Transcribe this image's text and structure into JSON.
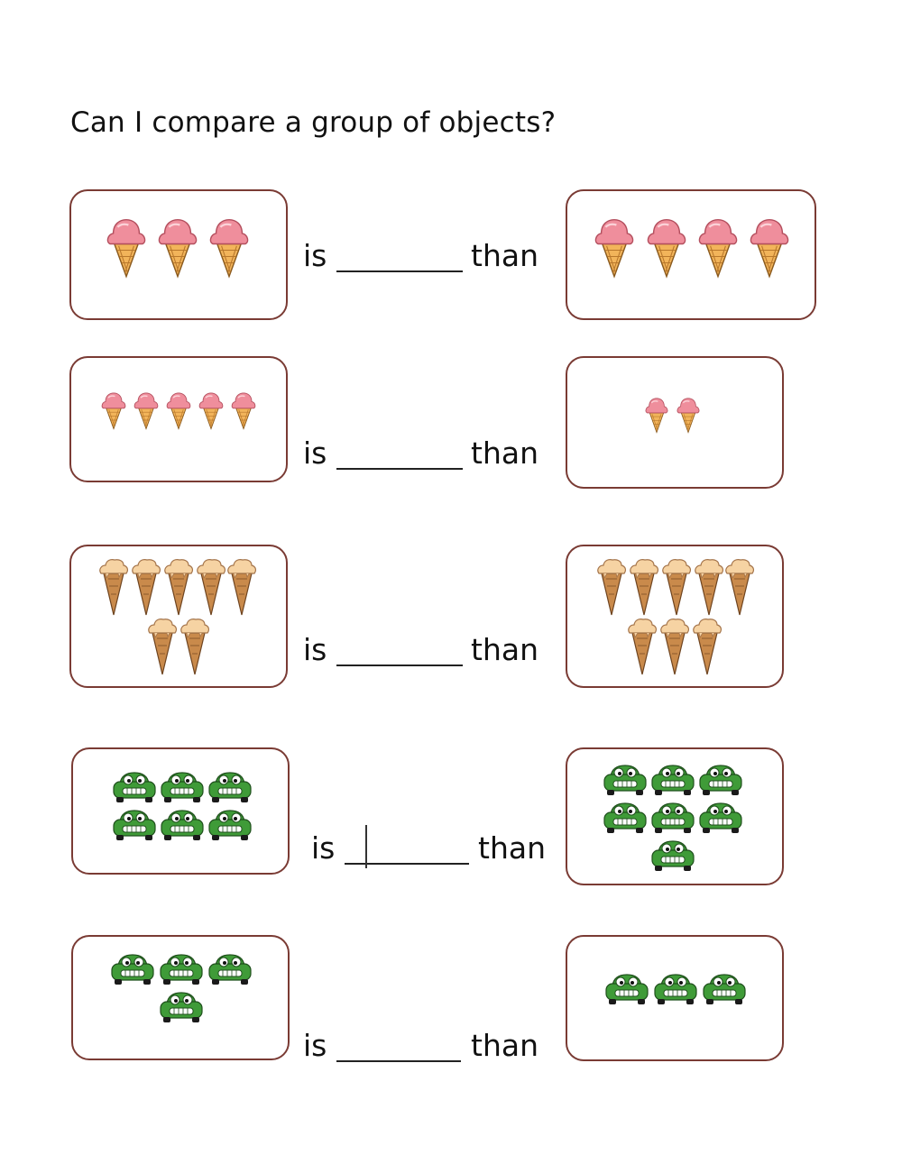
{
  "worksheet": {
    "title": "Can I compare a group of objects?",
    "word_is": "is",
    "word_than": "than",
    "rows": [
      {
        "left": {
          "object": "pink-ice-cream-icon",
          "count": 3
        },
        "right": {
          "object": "pink-ice-cream-icon",
          "count": 4
        },
        "answer": ""
      },
      {
        "left": {
          "object": "pink-ice-cream-icon",
          "count": 5
        },
        "right": {
          "object": "pink-ice-cream-icon",
          "count": 2
        },
        "answer": ""
      },
      {
        "left": {
          "object": "ice-cream-cone-icon",
          "count": 7
        },
        "right": {
          "object": "ice-cream-cone-icon",
          "count": 8
        },
        "answer": ""
      },
      {
        "left": {
          "object": "green-car-icon",
          "count": 6
        },
        "right": {
          "object": "green-car-icon",
          "count": 7
        },
        "answer": ""
      },
      {
        "left": {
          "object": "green-car-icon",
          "count": 4
        },
        "right": {
          "object": "green-car-icon",
          "count": 3
        },
        "answer": ""
      }
    ]
  },
  "colors": {
    "box_border": "#7a3b34",
    "ice_cream_pink": "#ef8e9c",
    "cone": "#f2b45a",
    "scoop_cream": "#f6d3a3",
    "cone_brown": "#c98a4b",
    "car_green": "#3f9b38"
  }
}
